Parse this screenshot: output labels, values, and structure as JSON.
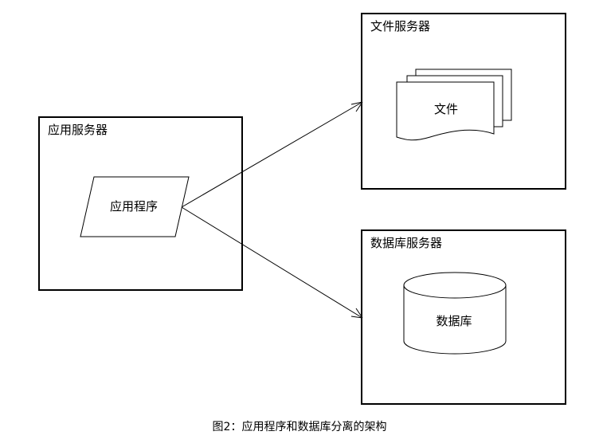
{
  "nodes": {
    "app_server": {
      "title": "应用服务器",
      "shape_label": "应用程序"
    },
    "file_server": {
      "title": "文件服务器",
      "shape_label": "文件"
    },
    "db_server": {
      "title": "数据库服务器",
      "shape_label": "数据库"
    }
  },
  "edges": [
    {
      "from": "应用程序",
      "to": "文件服务器"
    },
    {
      "from": "应用程序",
      "to": "数据库服务器"
    }
  ],
  "caption": "图2：应用程序和数据库分离的架构"
}
